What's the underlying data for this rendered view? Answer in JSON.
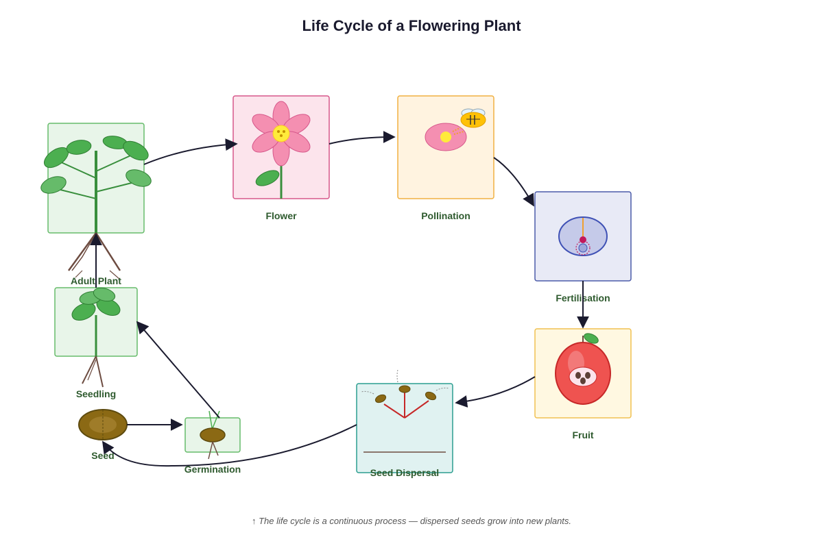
{
  "title": "Life Cycle of a Flowering Plant",
  "stages": {
    "adult_plant": "Adult Plant",
    "flower": "Flower",
    "pollination": "Pollination",
    "fertilisation": "Fertilisation",
    "fruit": "Fruit",
    "seed_dispersal": "Seed Dispersal",
    "seed": "Seed",
    "germination": "Germination",
    "seedling": "Seedling"
  },
  "caption": "↑ The life cycle is a continuous process — dispersed seeds grow into new plants.",
  "colors": {
    "arrow": "#1a1a2e",
    "label": "#2e5a2e",
    "plant_box_fill": "#e8f5e9",
    "plant_box_stroke": "#66bb6a",
    "flower_box_fill": "#fce4ec",
    "flower_box_stroke": "#d6578a",
    "pollination_box_fill": "#fff3e0",
    "pollination_box_stroke": "#f0b040",
    "fertilisation_box_fill": "#e8eaf6",
    "fertilisation_box_stroke": "#4a5aa8",
    "fruit_box_fill": "#fff8e1",
    "fruit_box_stroke": "#f0c050",
    "dispersal_box_fill": "#e0f2f1",
    "dispersal_box_stroke": "#2a9d8f",
    "leaf": "#4caf50",
    "stem": "#388e3c",
    "root": "#6d4c41",
    "petal": "#f48fb1",
    "seed": "#8b6914",
    "fruit": "#ef5350"
  }
}
